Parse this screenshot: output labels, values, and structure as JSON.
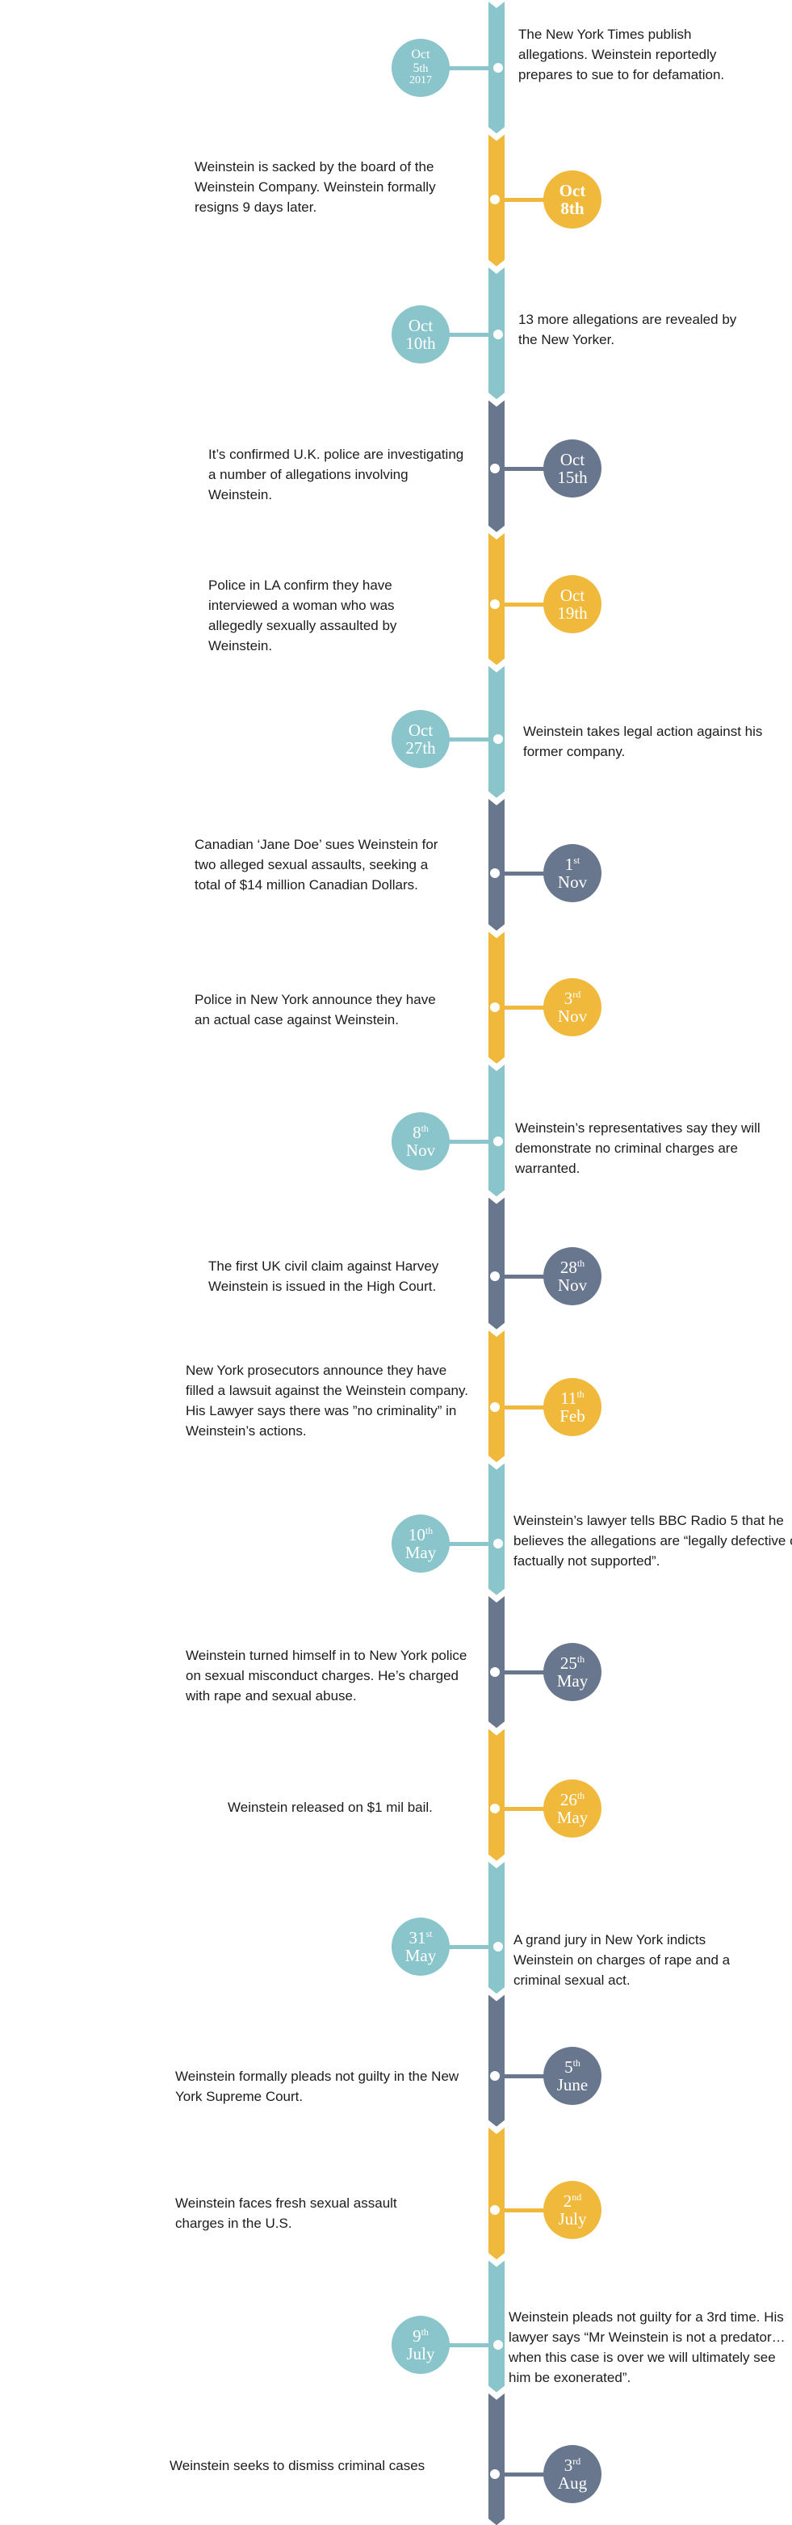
{
  "colors": {
    "teal": "#8ac5cb",
    "gold": "#f0b93b",
    "slate": "#69778e"
  },
  "events": [
    {
      "month": "Oct",
      "day": "5",
      "suffix": "th",
      "year": "2017",
      "color": "teal",
      "text": "The New York Times publish allegations. Weinstein reportedly prepares to sue to for defamation."
    },
    {
      "month": "Oct",
      "day": "8",
      "suffix": "th",
      "year": "",
      "color": "gold",
      "text": "Weinstein is sacked by the board of the Weinstein Company. Weinstein formally resigns 9 days later."
    },
    {
      "month": "Oct",
      "day": "10",
      "suffix": "th",
      "year": "",
      "color": "teal",
      "text": "13 more allegations are revealed by the New Yorker."
    },
    {
      "month": "Oct",
      "day": "15",
      "suffix": "th",
      "year": "",
      "color": "slate",
      "text": "It’s confirmed U.K. police are investigating a number of allegations involving Weinstein."
    },
    {
      "month": "Oct",
      "day": "19",
      "suffix": "th",
      "year": "",
      "color": "gold",
      "text": "Police in LA confirm they have interviewed a woman who was allegedly sexually assaulted by Weinstein."
    },
    {
      "month": "Oct",
      "day": "27",
      "suffix": "th",
      "year": "",
      "color": "teal",
      "text": "Weinstein takes legal action against his former company."
    },
    {
      "month": "Nov",
      "day": "1",
      "suffix": "st",
      "year": "",
      "color": "slate",
      "text": "Canadian ‘Jane Doe’ sues Weinstein for two alleged sexual assaults, seeking a total of $14 million Canadian Dollars."
    },
    {
      "month": "Nov",
      "day": "3",
      "suffix": "rd",
      "year": "",
      "color": "gold",
      "text": "Police in New York announce they have an actual case against Weinstein."
    },
    {
      "month": "Nov",
      "day": "8",
      "suffix": "th",
      "year": "",
      "color": "teal",
      "text": "Weinstein’s representatives say they will demonstrate no criminal charges are warranted."
    },
    {
      "month": "Nov",
      "day": "28",
      "suffix": "th",
      "year": "",
      "color": "slate",
      "text": "The first UK civil claim against Harvey Weinstein is issued in the High Court."
    },
    {
      "month": "Feb",
      "day": "11",
      "suffix": "th",
      "year": "",
      "color": "gold",
      "text": "New York prosecutors announce they have filled a lawsuit against the Weinstein company. His Lawyer says there was ”no criminality” in Weinstein’s actions."
    },
    {
      "month": "May",
      "day": "10",
      "suffix": "th",
      "year": "",
      "color": "teal",
      "text": "Weinstein’s lawyer tells BBC Radio 5 that he believes the allegations are “legally defective or factually not supported”."
    },
    {
      "month": "May",
      "day": "25",
      "suffix": "th",
      "year": "",
      "color": "slate",
      "text": "Weinstein turned himself in to New York police on sexual misconduct charges. He’s charged with rape and sexual abuse."
    },
    {
      "month": "May",
      "day": "26",
      "suffix": "th",
      "year": "",
      "color": "gold",
      "text": "Weinstein released on $1 mil bail."
    },
    {
      "month": "May",
      "day": "31",
      "suffix": "st",
      "year": "",
      "color": "teal",
      "text": "A grand jury in New York indicts Weinstein on charges of rape and a criminal sexual act."
    },
    {
      "month": "June",
      "day": "5",
      "suffix": "th",
      "year": "",
      "color": "slate",
      "text": "Weinstein formally pleads not guilty in the New York Supreme Court."
    },
    {
      "month": "July",
      "day": "2",
      "suffix": "nd",
      "year": "",
      "color": "gold",
      "text": "Weinstein faces fresh sexual assault charges in the U.S."
    },
    {
      "month": "July",
      "day": "9",
      "suffix": "th",
      "year": "",
      "color": "teal",
      "text": "Weinstein pleads not guilty for a 3rd time. His lawyer says “Mr Weinstein is not a predator…when this case is over we will ultimately see him be exonerated”."
    },
    {
      "month": "Aug",
      "day": "3",
      "suffix": "rd",
      "year": "",
      "color": "slate",
      "text": "Weinstein seeks to dismiss criminal cases"
    }
  ]
}
